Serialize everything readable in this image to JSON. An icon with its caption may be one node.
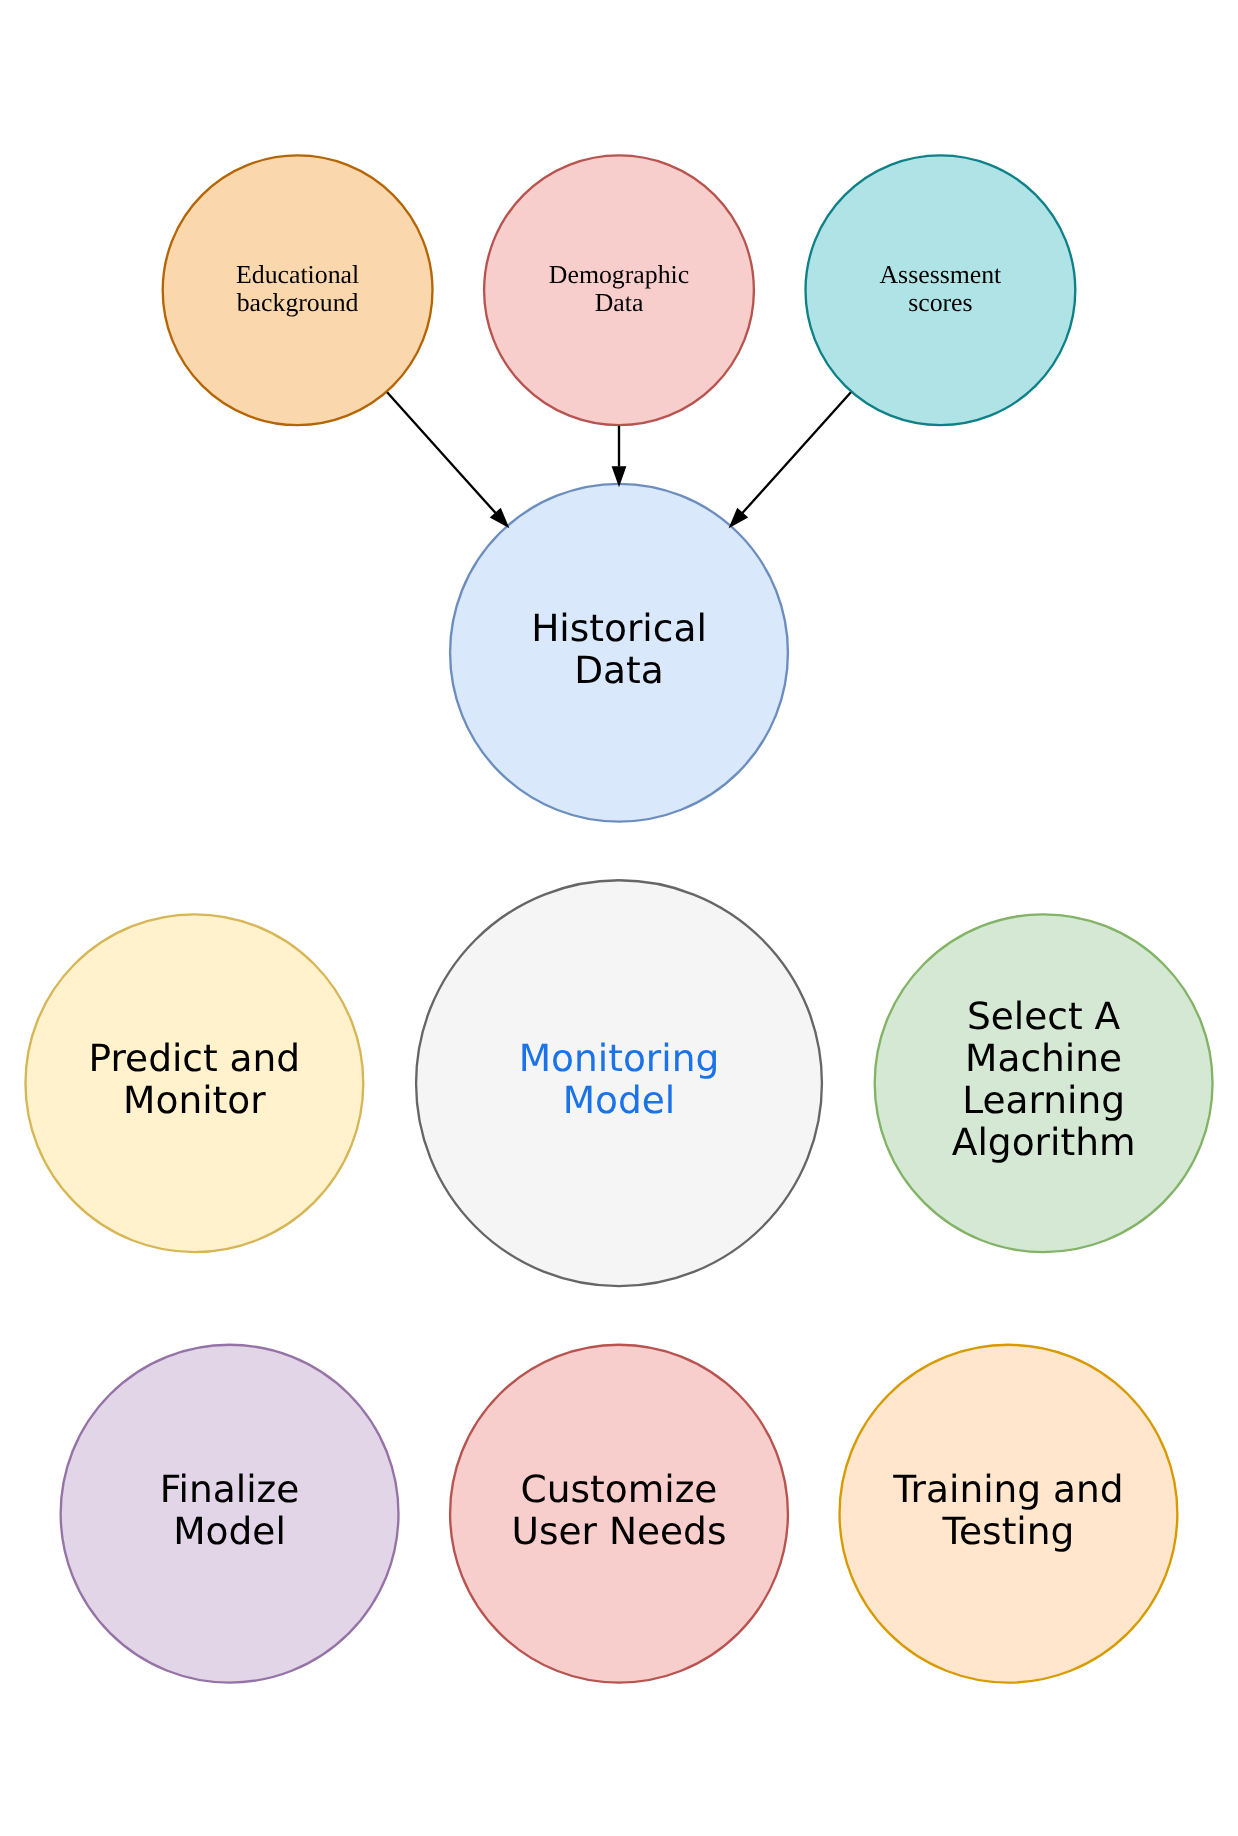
{
  "diagram": {
    "nodes": [
      {
        "text": [
          "Educational background"
        ]
      },
      {
        "text": [
          "Demographic Data"
        ]
      },
      {
        "text": [
          "Assessment scores"
        ]
      },
      {
        "text": [
          "Historical Data"
        ]
      },
      {
        "text": [
          "Monitoring Model"
        ]
      },
      {
        "text": [
          "Predict and Monitor"
        ]
      },
      {
        "text": [
          "Select A Machine Learning Algorithm"
        ]
      },
      {
        "text": [
          "Finalize Model"
        ]
      },
      {
        "text": [
          "Training and Testing"
        ]
      },
      {
        "text": [
          "Customize User Needs"
        ]
      }
    ],
    "edges": [
      {
        "from": 0,
        "to": 3,
        "arrow": "to"
      },
      {
        "from": 1,
        "to": 3,
        "arrow": "to"
      },
      {
        "from": 2,
        "to": 3,
        "arrow": "to"
      }
    ]
  }
}
